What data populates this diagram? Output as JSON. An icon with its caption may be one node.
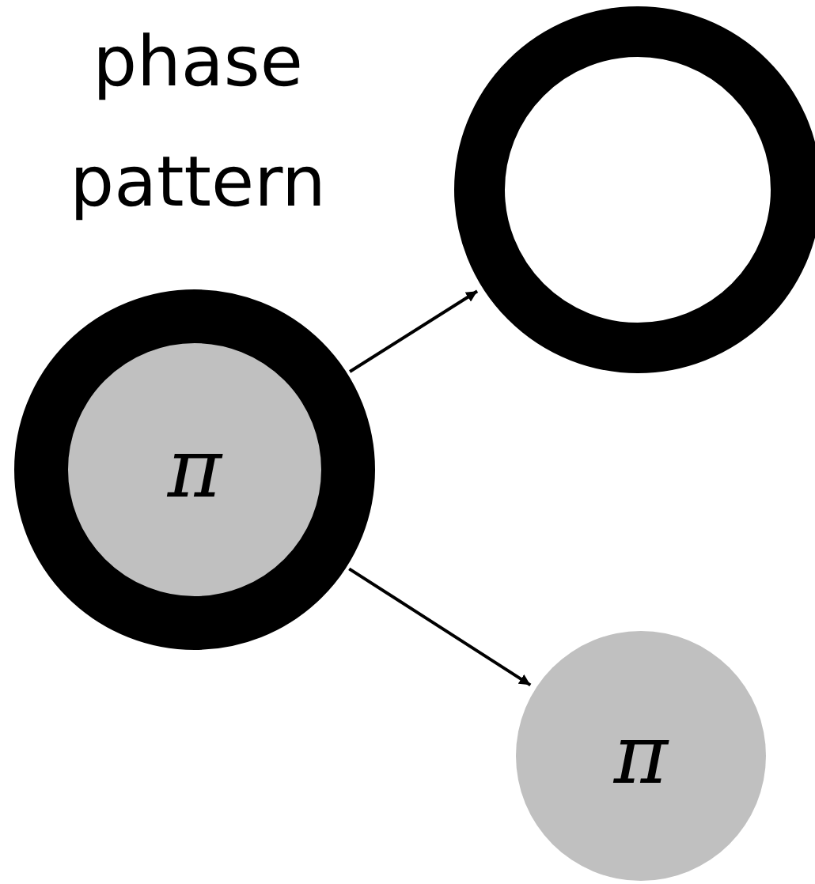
{
  "diagram": {
    "nodes": [
      {
        "text": [
          "π"
        ]
      },
      {
        "text": [],
        "shape": "circle"
      },
      {
        "text": [
          "π"
        ]
      }
    ],
    "edges": [
      {
        "from": 0,
        "to": 1,
        "arrow": "to"
      },
      {
        "from": 0,
        "to": 2,
        "arrow": "to"
      }
    ],
    "labels": [
      "phase pattern"
    ]
  }
}
